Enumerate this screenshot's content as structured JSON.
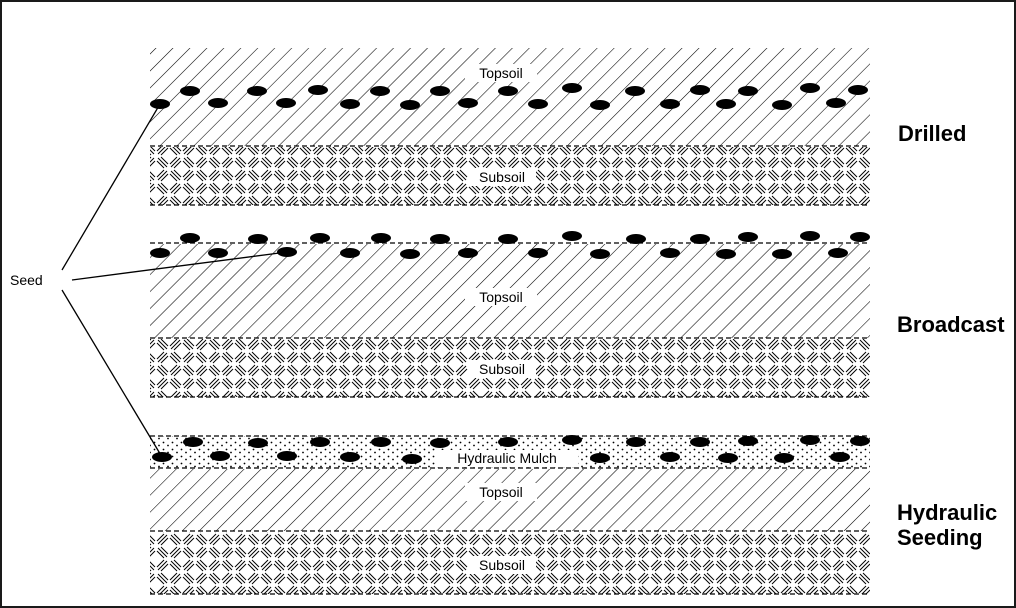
{
  "diagram": {
    "callout": "Seed",
    "rows": [
      {
        "method": "Drilled",
        "method_lines": [
          "Drilled"
        ],
        "layers": [
          "Topsoil",
          "Subsoil"
        ]
      },
      {
        "method": "Broadcast",
        "method_lines": [
          "Broadcast"
        ],
        "layers": [
          "Topsoil",
          "Subsoil"
        ]
      },
      {
        "method": "Hydraulic Seeding",
        "method_lines": [
          "Hydraulic",
          "Seeding"
        ],
        "layers": [
          "Hydraulic Mulch",
          "Topsoil",
          "Subsoil"
        ]
      }
    ]
  },
  "colors": {
    "ink": "#000000",
    "background": "#ffffff",
    "frame": "#1a1a1a"
  }
}
